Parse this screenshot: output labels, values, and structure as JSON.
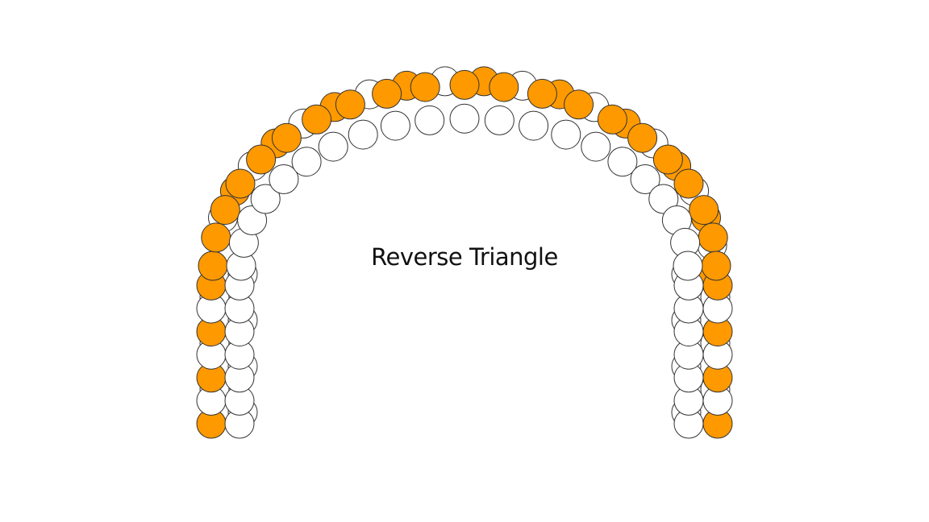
{
  "title": "Reverse Triangle",
  "colors": {
    "accent": "#ff9900",
    "base": "#ffffff",
    "outline": "#333333"
  },
  "arch": {
    "pattern": "reverse-triangle",
    "legs": "straight",
    "balloon_colors": [
      "orange",
      "white"
    ]
  }
}
